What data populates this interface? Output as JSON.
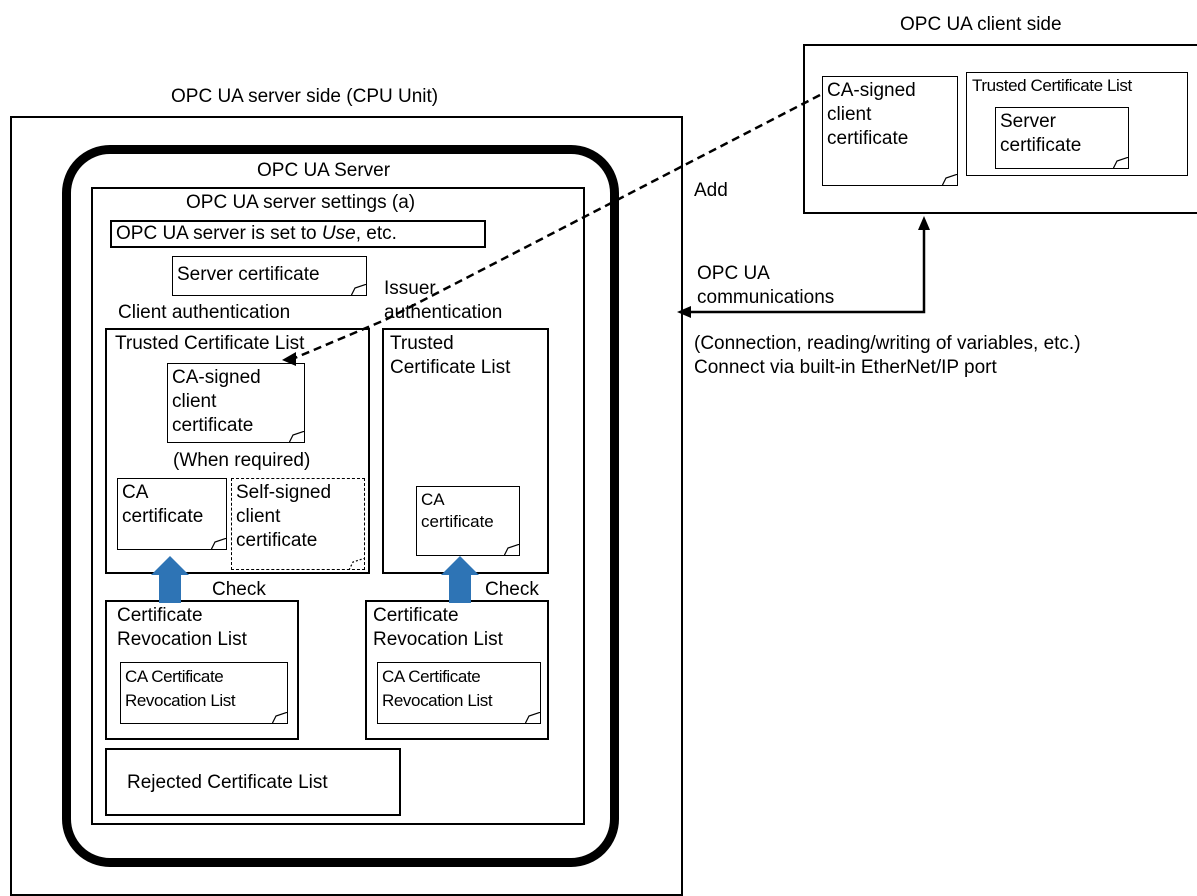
{
  "client_side": {
    "title": "OPC UA client side",
    "ca_signed_client_certificate": "CA-signed\nclient\ncertificate",
    "trusted_certificate_list_title": "Trusted Certificate List",
    "server_certificate": "Server\ncertificate"
  },
  "server_side": {
    "title": "OPC UA server side (CPU Unit)",
    "opc_ua_server_title": "OPC UA Server",
    "settings_title": "OPC UA server settings (a)",
    "settings_note_prefix": "OPC UA server is set to ",
    "settings_note_italic": "Use",
    "settings_note_suffix": ", etc.",
    "server_certificate": "Server certificate",
    "client_auth_label": "Client authentication",
    "issuer_auth_label": "Issuer\nauthentication",
    "client_trusted_list_title": "Trusted Certificate List",
    "ca_signed_client_certificate": "CA-signed\nclient\ncertificate",
    "when_required": "(When required)",
    "ca_certificate": "CA\ncertificate",
    "self_signed_client_certificate": "Self-signed\nclient\ncertificate",
    "issuer_trusted_list_title": "Trusted\nCertificate List",
    "issuer_ca_certificate": "CA\ncertificate",
    "check_left": "Check",
    "check_right": "Check",
    "revocation_list_title_left": "Certificate\nRevocation List",
    "revocation_list_title_right": "Certificate\nRevocation List",
    "ca_certificate_revocation_list_left": "CA Certificate\nRevocation List",
    "ca_certificate_revocation_list_right": "CA Certificate\nRevocation List",
    "rejected_certificate_list": "Rejected Certificate List"
  },
  "connection": {
    "add_label": "Add",
    "communications_label": "OPC UA\ncommunications",
    "details_line1": "(Connection, reading/writing of variables, etc.)",
    "details_line2": "Connect via built-in EtherNet/IP port"
  },
  "colors": {
    "check_arrow": "#2e74b5",
    "line": "#000000"
  }
}
